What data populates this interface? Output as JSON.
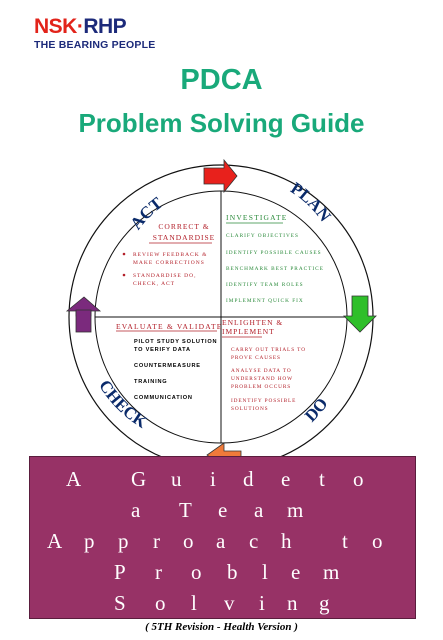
{
  "logo": {
    "brand_left": "NSK",
    "brand_sep": "·",
    "brand_right": "RHP",
    "tagline": "THE BEARING PEOPLE"
  },
  "title": {
    "line1": "PDCA",
    "line2": "Problem Solving Guide"
  },
  "cycle": {
    "act": "ACT",
    "plan": "PLAN",
    "check": "CHECK",
    "do": "DO",
    "correct_heading": [
      "CORRECT &",
      "STANDARDISE"
    ],
    "correct_items": [
      [
        "REVIEW FEEDBACK &",
        "MAKE CORRECTIONS"
      ],
      [
        "STANDARDISE DO,",
        "CHECK, ACT"
      ]
    ],
    "investigate_heading": "INVESTIGATE",
    "investigate_items": [
      "CLARIFY OBJECTIVES",
      "IDENTIFY POSSIBLE CAUSES",
      "BENCHMARK BEST PRACTICE",
      "IDENTIFY TEAM ROLES",
      "IMPLEMENT QUICK FIX"
    ],
    "evaluate_heading": "EVALUATE & VALIDATE",
    "evaluate_items": [
      [
        "PILOT STUDY SOLUTION",
        "TO VERIFY DATA"
      ],
      [
        "COUNTERMEASURE"
      ],
      [
        "TRAINING"
      ],
      [
        "COMMUNICATION"
      ]
    ],
    "enlighten_heading": [
      "ENLIGHTEN &",
      "IMPLEMENT"
    ],
    "enlighten_items": [
      [
        "CARRY OUT TRIALS TO",
        "PROVE CAUSES"
      ],
      [
        "ANALYSE DATA TO",
        "UNDERSTAND HOW",
        "PROBLEM OCCURS"
      ],
      [
        "IDENTIFY POSSIBLE",
        "SOLUTIONS"
      ]
    ]
  },
  "colors": {
    "green_title": "#19a97a",
    "banner": "#973266",
    "arrow_red": "#e8211c",
    "arrow_green": "#2fbf2a",
    "arrow_purple": "#7b2a7d",
    "arrow_orange": "#f07a3a",
    "heading_red": "#b3202a",
    "heading_green": "#2a8a3a"
  },
  "banner": {
    "lines": [
      [
        "A",
        "G",
        "u",
        "i",
        "d",
        "e",
        "t",
        "o"
      ],
      [
        "a",
        "T",
        "e",
        "a",
        "m"
      ],
      [
        "A",
        "p",
        "p",
        "r",
        "o",
        "a",
        "c",
        "h",
        "t",
        "o"
      ],
      [
        "P",
        "r",
        "o",
        "b",
        "l",
        "e",
        "m"
      ],
      [
        "S",
        "o",
        "l",
        "v",
        "i",
        "n",
        "g"
      ]
    ]
  },
  "revision": "( 5TH Revision -  Health Version )"
}
